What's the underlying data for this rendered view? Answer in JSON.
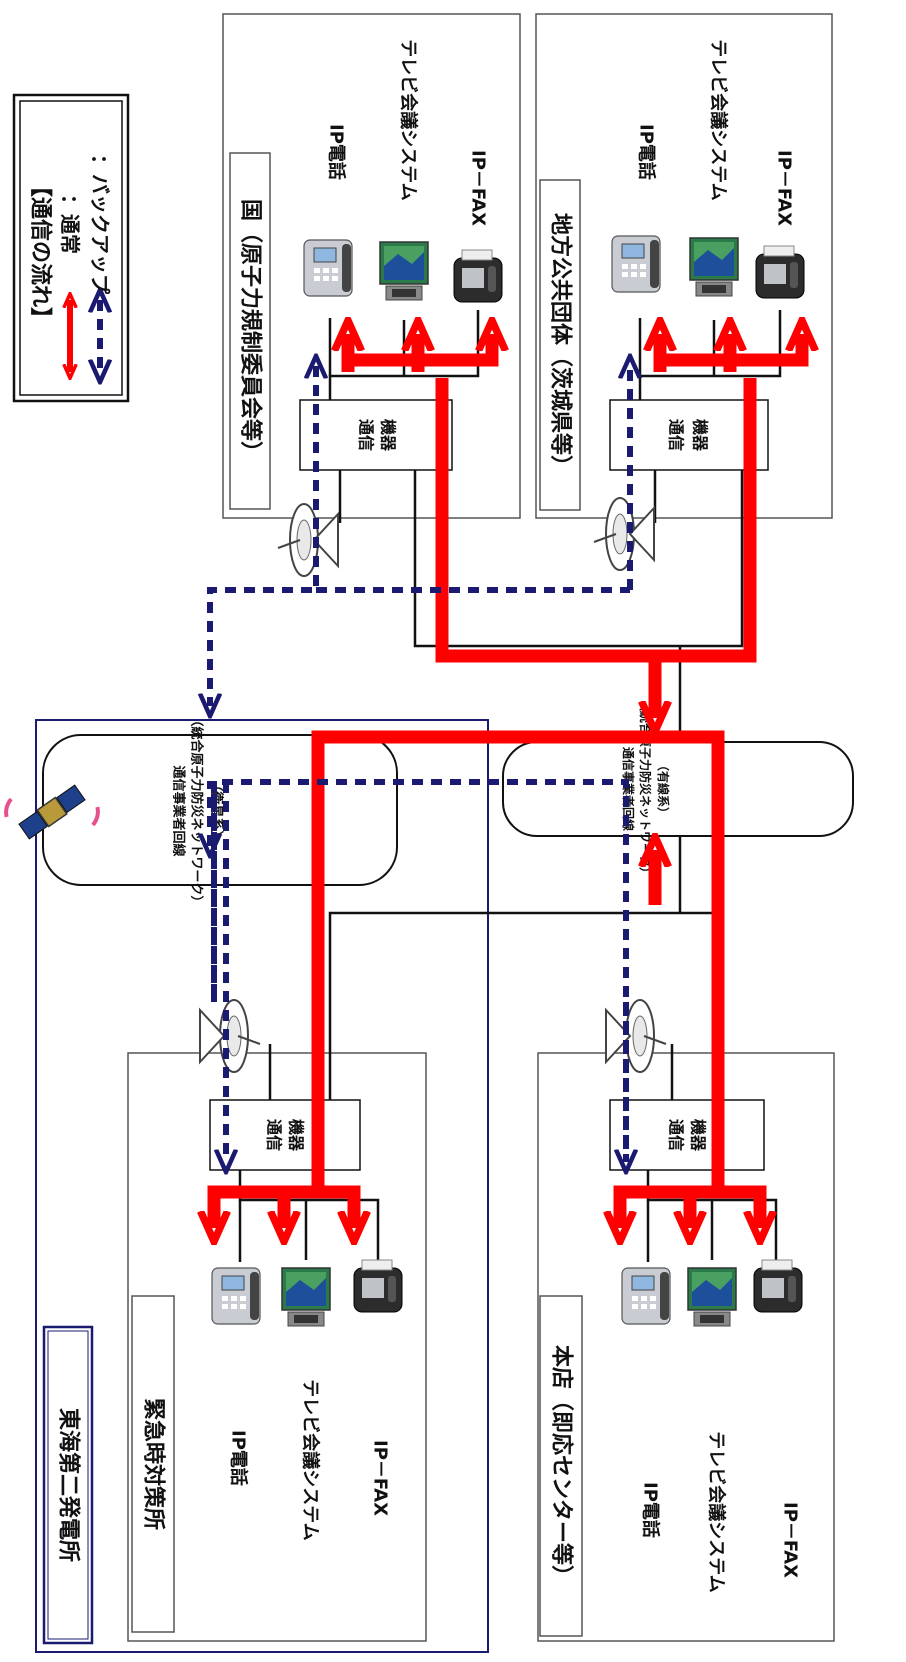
{
  "legend": {
    "title": "【通信の流れ】",
    "normal": "：通常",
    "backup": "：バックアップ"
  },
  "device_labels": {
    "phone": "IP電話",
    "tv": "テレビ会議システム",
    "fax": "IP－FAX"
  },
  "comm_device": "通信\n機器",
  "sites": {
    "kuni": "国（原子力規制委員会等）",
    "chiho": "地方公共団体（茨城県等）",
    "tokai": "東海第二発電所",
    "kinkyu": "緊急時対策所",
    "honten": "本店（即応センター等）"
  },
  "networks": {
    "satellite": {
      "line1": "通信事業者回線",
      "line2": "（統合原子力防災ネットワーク）",
      "line3": "（衛星系）"
    },
    "wired": {
      "line1": "通信事業者回線",
      "line2": "（統合原子力防災ネットワーク）",
      "line3": "（有線系）"
    }
  },
  "colors": {
    "normal": "#ff0000",
    "backup": "#1a1a70"
  }
}
